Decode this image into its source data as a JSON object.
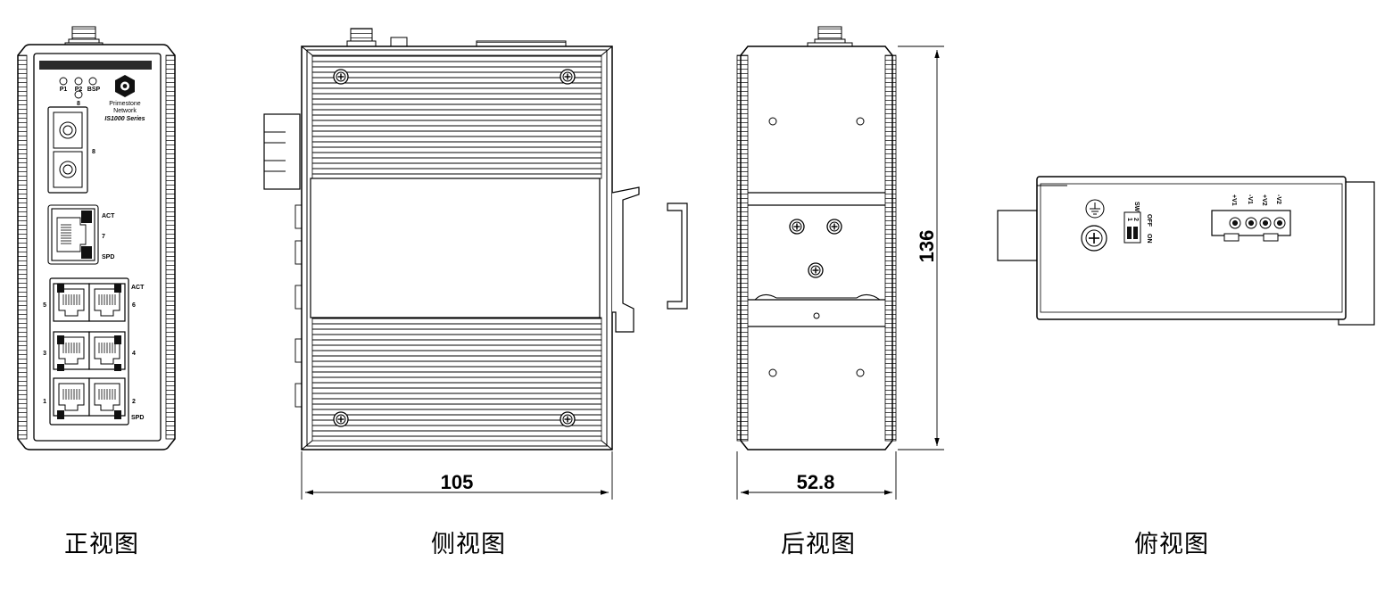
{
  "views": {
    "front": {
      "caption": "正视图",
      "leds": [
        "P1",
        "P2",
        "BSP"
      ],
      "led_below": "8",
      "brand_line1": "Primestone",
      "brand_line2": "Network",
      "series": "IS1000 Series",
      "fiber_port_label": "8",
      "rj45_port7": {
        "act": "ACT",
        "num": "7",
        "spd": "SPD"
      },
      "rj45_bank": {
        "act": "ACT",
        "spd": "SPD",
        "left_numbers": [
          "5",
          "3",
          "1"
        ],
        "right_numbers": [
          "6",
          "4",
          "2"
        ]
      }
    },
    "side": {
      "caption": "侧视图",
      "width_dim": "105"
    },
    "back": {
      "caption": "后视图",
      "width_dim": "52.8",
      "height_dim": "136"
    },
    "top": {
      "caption": "俯视图",
      "dip_labels": [
        "OFF",
        "1",
        "2",
        "ON"
      ],
      "dip_top_label": "SW",
      "terminal_labels": [
        "+V1",
        "-V1",
        "+V2",
        "-V2"
      ]
    }
  }
}
